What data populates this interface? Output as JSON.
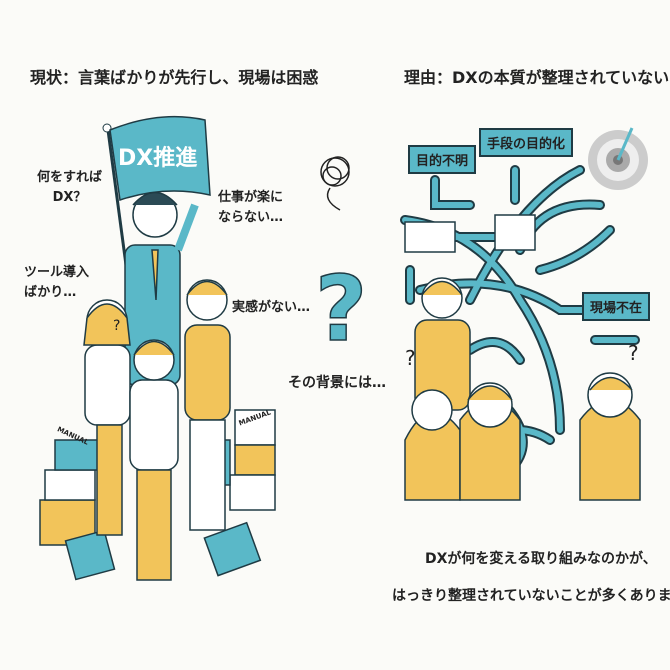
{
  "left_panel": {
    "title": "現状：言葉ばかりが先行し、現場は困惑",
    "flag_text": "DX推進",
    "speech": [
      {
        "line1": "何をすれば",
        "line2": "DX？"
      },
      {
        "line1": "ツール導入",
        "line2": "ばかり…"
      },
      {
        "line1": "仕事が楽に",
        "line2": "ならない…"
      },
      {
        "line1": "実感がない…",
        "line2": ""
      }
    ],
    "manual_label": "MANUAL"
  },
  "middle": {
    "text": "その背景には…",
    "icons": [
      "tangled-scribble-icon",
      "question-mark-icon"
    ]
  },
  "right_panel": {
    "title": "理由：DXの本質が整理されていない",
    "labels": [
      "目的不明",
      "手段の目的化",
      "現場不在"
    ],
    "caption_line1": "DXが何を変える取り組みなのかが、",
    "caption_line2": "はっきり整理されていないことが多くあります。"
  },
  "colors": {
    "teal": "#5ab8c8",
    "yellow": "#f2c45a",
    "outline": "#1f3b44",
    "background": "#fbfbf8"
  }
}
